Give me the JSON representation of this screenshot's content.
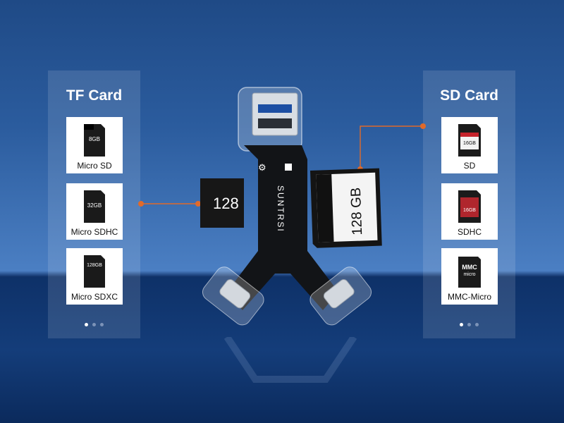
{
  "left_panel": {
    "title": "TF Card",
    "items": [
      {
        "label": "Micro SD",
        "card_text": "8GB"
      },
      {
        "label": "Micro SDHC",
        "card_text": "32GB"
      },
      {
        "label": "Micro SDXC",
        "card_text": "128GB"
      }
    ]
  },
  "right_panel": {
    "title": "SD Card",
    "items": [
      {
        "label": "SD",
        "card_text": "16GB"
      },
      {
        "label": "SDHC",
        "card_text": "16GB"
      },
      {
        "label": "MMC-Micro",
        "card_text": "MMC micro"
      }
    ]
  },
  "device": {
    "brand": "SUNTRSI",
    "micro_card_text": "128",
    "sd_card_text": "128 GB"
  },
  "colors": {
    "connector": "#e06a2a",
    "panel_title": "#ffffff"
  },
  "carousel": {
    "active_index": 0,
    "count": 3
  }
}
